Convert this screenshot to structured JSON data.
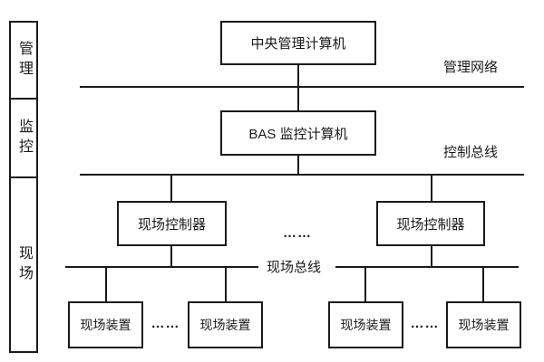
{
  "diagram": {
    "title_semantic": "BAS three-layer control system architecture",
    "sidebar": {
      "layers": [
        {
          "label": "管理"
        },
        {
          "label": "监控"
        },
        {
          "label": "现场"
        }
      ]
    },
    "nodes": {
      "central_computer": "中央管理计算机",
      "bas_computer": "BAS 监控计算机",
      "field_controller_left": "现场控制器",
      "field_controller_right": "现场控制器",
      "field_device_1": "现场装置",
      "field_device_2": "现场装置",
      "field_device_3": "现场装置",
      "field_device_4": "现场装置"
    },
    "buses": {
      "management_network": "管理网络",
      "control_bus": "控制总线",
      "field_bus": "现场总线"
    },
    "ellipsis": "……",
    "colors": {
      "line": "#1a1a1a",
      "background": "#ffffff",
      "box_fill": "#ffffff"
    }
  }
}
